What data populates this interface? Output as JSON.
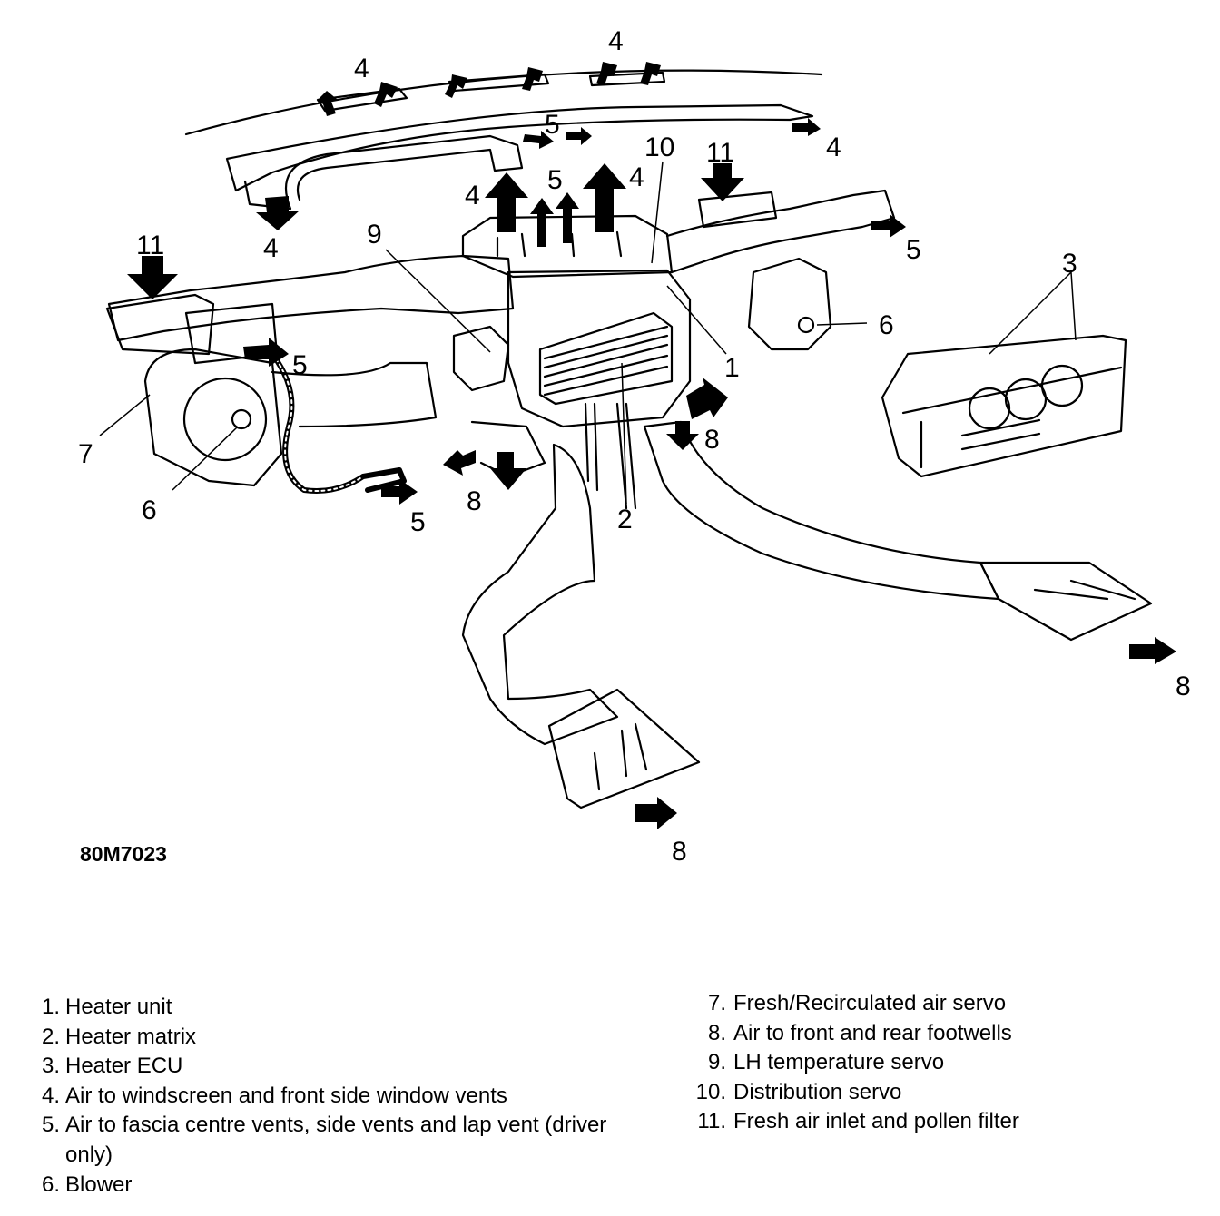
{
  "callouts": {
    "c1": "1",
    "c2": "2",
    "c3": "3",
    "c4a": "4",
    "c4b": "4",
    "c4c": "4",
    "c4d": "4",
    "c4e": "4",
    "c4f": "4",
    "c5a": "5",
    "c5b": "5",
    "c5c": "5",
    "c5d": "5",
    "c5e": "5",
    "c6a": "6",
    "c6b": "6",
    "c7": "7",
    "c8a": "8",
    "c8b": "8",
    "c8c": "8",
    "c8d": "8",
    "c9": "9",
    "c10": "10",
    "c11a": "11",
    "c11b": "11"
  },
  "reference": "80M7023",
  "legend": {
    "left": [
      {
        "num": "1.",
        "text": "Heater unit"
      },
      {
        "num": "2.",
        "text": "Heater matrix"
      },
      {
        "num": "3.",
        "text": "Heater ECU"
      },
      {
        "num": "4.",
        "text": "Air to windscreen and front side window vents"
      },
      {
        "num": "5.",
        "text": "Air to fascia centre vents, side vents and lap vent (driver only)"
      },
      {
        "num": "6.",
        "text": "Blower"
      }
    ],
    "right": [
      {
        "num": "7.",
        "text": "Fresh/Recirculated air servo"
      },
      {
        "num": "8.",
        "text": "Air to front and rear footwells"
      },
      {
        "num": "9.",
        "text": "LH temperature servo"
      },
      {
        "num": "10.",
        "text": "Distribution servo"
      },
      {
        "num": "11.",
        "text": "Fresh air inlet and pollen filter"
      }
    ]
  },
  "colors": {
    "ink": "#000000",
    "paper": "#ffffff"
  }
}
